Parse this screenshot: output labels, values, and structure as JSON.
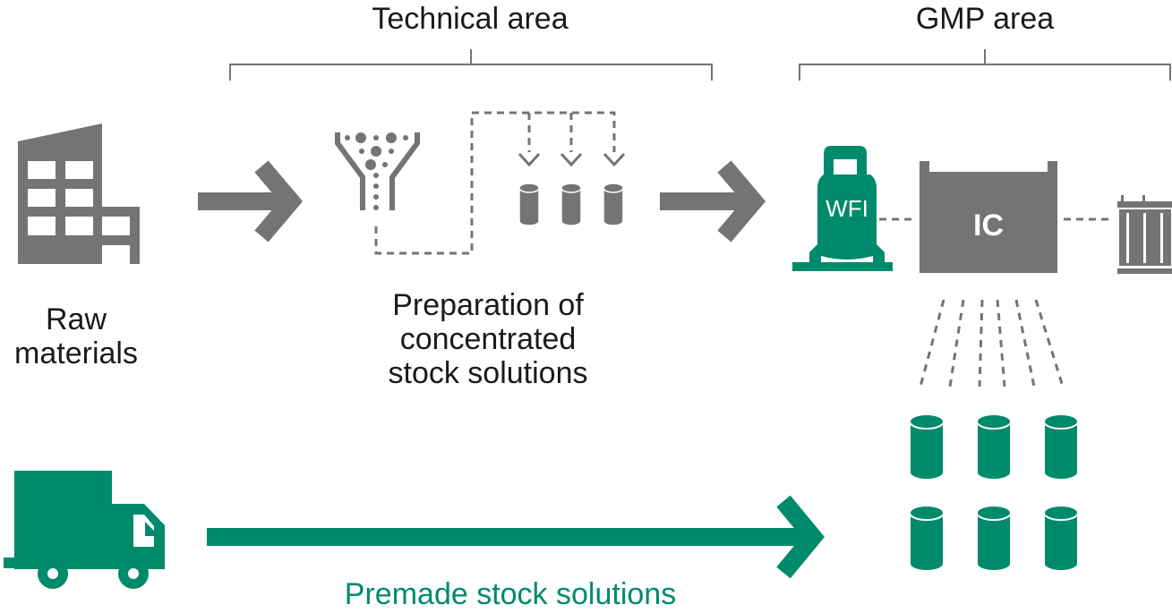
{
  "colors": {
    "gray": "#747474",
    "green": "#008a6c",
    "text": "#1a1a1a"
  },
  "areas": {
    "technical": {
      "label": "Technical area"
    },
    "gmp": {
      "label": "GMP area"
    }
  },
  "nodes": {
    "raw_materials": {
      "label_line1": "Raw",
      "label_line2": "materials",
      "icon": "factory-icon"
    },
    "preparation": {
      "label_line1": "Preparation of",
      "label_line2": "concentrated",
      "label_line3": "stock solutions",
      "icon": "funnel-icon"
    },
    "wfi": {
      "label": "WFI",
      "icon": "water-tank-icon"
    },
    "ic": {
      "label": "IC",
      "icon": "container-icon"
    },
    "filter": {
      "icon": "filter-icon"
    },
    "premade": {
      "label": "Premade stock solutions",
      "icon": "truck-icon"
    }
  }
}
